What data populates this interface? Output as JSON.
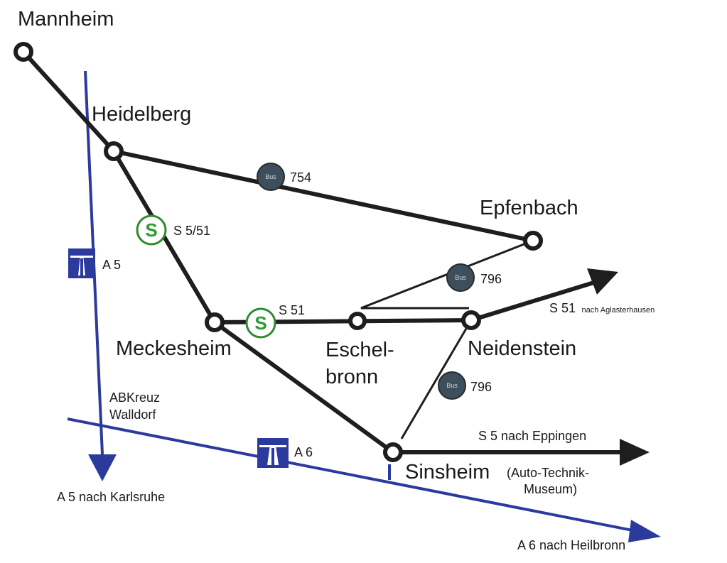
{
  "stations": {
    "mannheim": "Mannheim",
    "heidelberg": "Heidelberg",
    "epfenbach": "Epfenbach",
    "meckesheim": "Meckesheim",
    "eschelbronn_1": "Eschel-",
    "eschelbronn_2": "bronn",
    "neidenstein": "Neidenstein",
    "sinsheim": "Sinsheim",
    "sinsheim_note_1": "(Auto-Technik-",
    "sinsheim_note_2": "Museum)"
  },
  "lines": {
    "bus_754": "754",
    "bus_796_upper": "796",
    "bus_796_lower": "796",
    "s_5_51": "S 5/51",
    "s_51": "S 51",
    "bus_badge_text": "Bus",
    "sbahn_badge_text": "S"
  },
  "destinations": {
    "s51_main": "S 51",
    "s51_sub": "nach Aglasterhausen",
    "s5": "S 5 nach Eppingen"
  },
  "roads": {
    "a5": "A 5",
    "a6": "A 6",
    "kreuz_1": "ABKreuz",
    "kreuz_2": "Walldorf",
    "a5_dest": "A 5 nach Karlsruhe",
    "a6_dest": "A 6 nach Heilbronn"
  },
  "colors": {
    "rail": "#1e1e1e",
    "road": "#2b3a9c",
    "sbahn": "#2e9b2e",
    "bus": "#3d4f5c"
  }
}
